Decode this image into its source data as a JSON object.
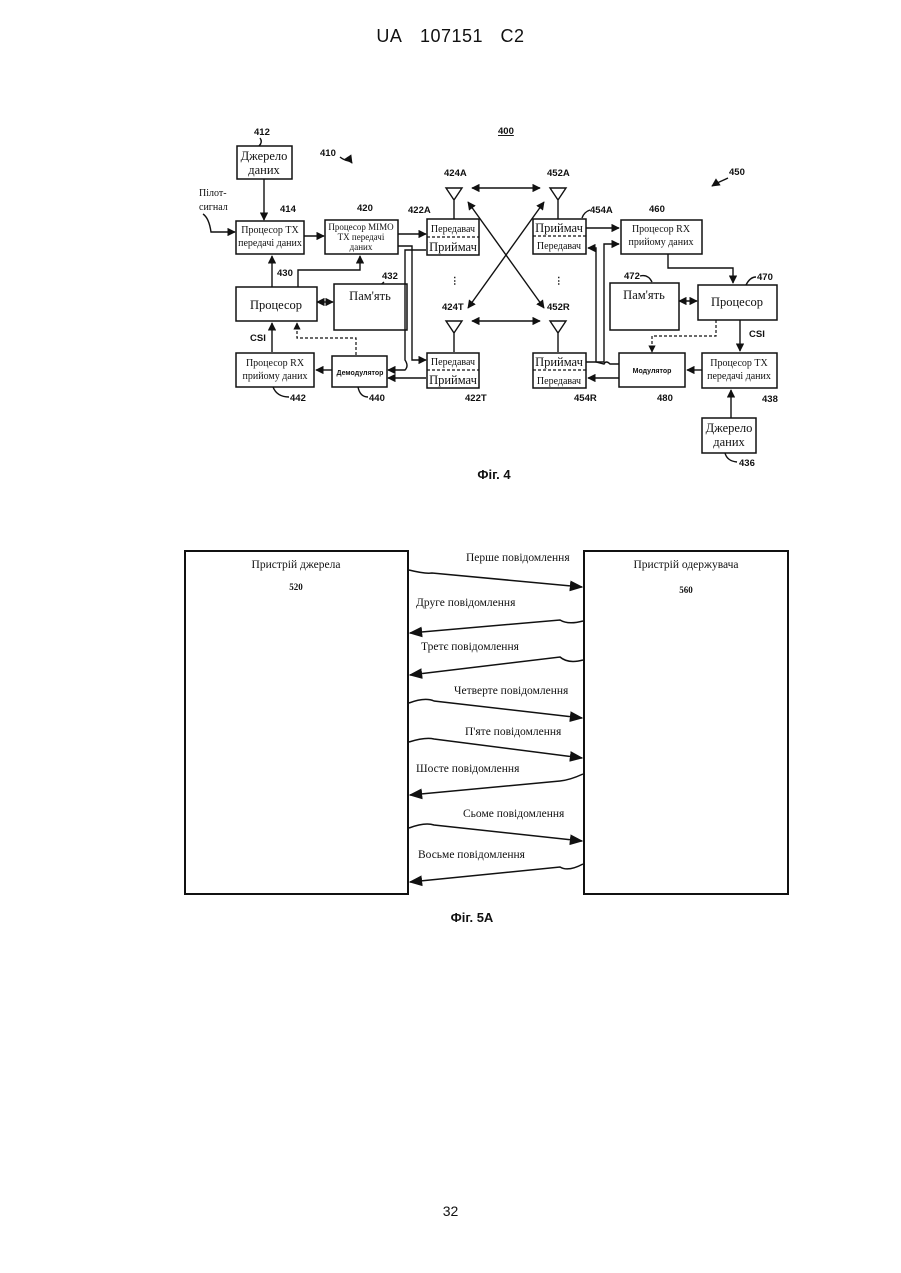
{
  "header": {
    "country": "UA",
    "number": "107151",
    "kind": "C2"
  },
  "page_number": "32",
  "fig4": {
    "caption": "Фіг. 4",
    "ref_400": "400",
    "ref_410": "410",
    "ref_450": "450",
    "data_source_left": {
      "ref": "412",
      "line1": "Джерело",
      "line2": "даних"
    },
    "pilot": {
      "line1": "Пілот-",
      "line2": "сигнал"
    },
    "tx_data_proc_left": {
      "ref": "414",
      "line1": "Процесор ТХ",
      "line2": "передачі даних"
    },
    "mimo_proc": {
      "ref": "420",
      "line1": "Процесор МІМО",
      "line2": "ТХ передачі",
      "line3": "даних"
    },
    "processor_left": {
      "ref": "430",
      "label": "Процесор"
    },
    "memory_left": {
      "ref": "432",
      "label": "Пам'ять"
    },
    "rx_data_proc_left": {
      "ref": "442",
      "line1": "Процесор RX",
      "line2": "прийому даних"
    },
    "demodulator": {
      "ref": "440",
      "label": "Демодулятор"
    },
    "csi_left": "CSI",
    "xcvr_left_top": {
      "ref": "422A",
      "top": "Передавач",
      "bottom": "Приймач"
    },
    "xcvr_left_bottom": {
      "ref": "422T",
      "top": "Передавач",
      "bottom": "Приймач"
    },
    "ant_424A": "424A",
    "ant_424T": "424T",
    "ant_452A": "452A",
    "ant_452R": "452R",
    "xcvr_right_top": {
      "ref": "454A",
      "top": "Приймач",
      "bottom": "Передавач"
    },
    "xcvr_right_bottom": {
      "ref": "454R",
      "top": "Приймач",
      "bottom": "Передавач"
    },
    "rx_data_proc_right": {
      "ref": "460",
      "line1": "Процесор RX",
      "line2": "прийому даних"
    },
    "memory_right": {
      "ref": "472",
      "label": "Пам'ять"
    },
    "processor_right": {
      "ref": "470",
      "label": "Процесор"
    },
    "csi_right": "CSI",
    "modulator": {
      "ref": "480",
      "label": "Модулятор"
    },
    "tx_data_proc_right": {
      "ref": "438",
      "line1": "Процесор ТХ",
      "line2": "передачі даних"
    },
    "data_source_right": {
      "ref": "436",
      "line1": "Джерело",
      "line2": "даних"
    }
  },
  "fig5a": {
    "caption": "Фіг. 5A",
    "source_device": {
      "label": "Пристрій джерела",
      "ref": "520"
    },
    "receiver_device": {
      "label": "Пристрій одержувача",
      "ref": "560"
    },
    "messages": [
      {
        "label": "Перше повідомлення",
        "direction": "right"
      },
      {
        "label": "Друге повідомлення",
        "direction": "left"
      },
      {
        "label": "Третє повідомлення",
        "direction": "left"
      },
      {
        "label": "Четверте повідомлення",
        "direction": "right"
      },
      {
        "label": "П'яте повідомлення",
        "direction": "right"
      },
      {
        "label": "Шосте повідомлення",
        "direction": "left"
      },
      {
        "label": "Сьоме повідомлення",
        "direction": "right"
      },
      {
        "label": "Восьме повідомлення",
        "direction": "left"
      }
    ]
  }
}
